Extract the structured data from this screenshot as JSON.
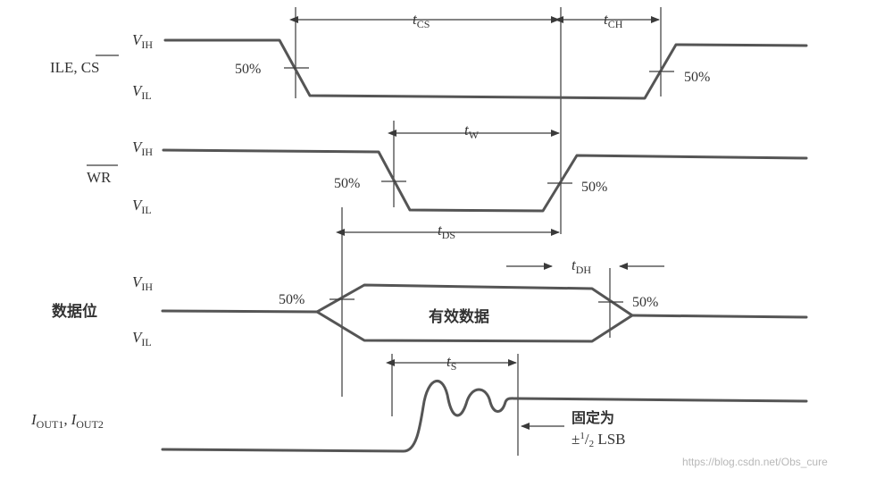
{
  "signals": {
    "ile_cs": {
      "name_ile": "ILE,",
      "name_cs": "CS"
    },
    "wr": {
      "name": "WR"
    },
    "data": {
      "name": "数据位",
      "valid": "有效数据"
    },
    "iout": {
      "i1": "I",
      "s1": "OUT1",
      "comma": ",",
      "i2": "I",
      "s2": "OUT2"
    }
  },
  "levels": {
    "v": "V",
    "ih": "IH",
    "il": "IL"
  },
  "timing": {
    "tcs_t": "t",
    "tcs_s": "CS",
    "tch_t": "t",
    "tch_s": "CH",
    "tw_t": "t",
    "tw_s": "W",
    "tds_t": "t",
    "tds_s": "DS",
    "tdh_t": "t",
    "tdh_s": "DH",
    "ts_t": "t",
    "ts_s": "S"
  },
  "percent": "50%",
  "note": {
    "line1": "固定为",
    "pm": "±",
    "num": "1",
    "slash": "/",
    "den": "2",
    "lsb": " LSB"
  },
  "watermark": "https://blog.csdn.net/Obs_cure"
}
